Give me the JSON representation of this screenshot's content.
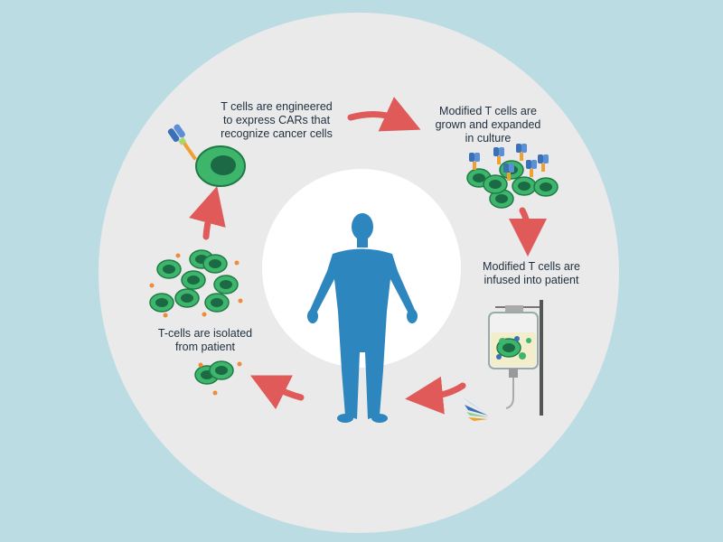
{
  "steps": [
    {
      "id": "engineer",
      "lines": [
        "T cells are engineered",
        "to express CARs that",
        "recognize cancer cells"
      ]
    },
    {
      "id": "expand",
      "lines": [
        "Modified T cells are",
        "grown and expanded",
        "in culture"
      ]
    },
    {
      "id": "infuse",
      "lines": [
        "Modified T cells are",
        "infused into patient"
      ]
    },
    {
      "id": "isolate",
      "lines": [
        "T-cells are isolated",
        "from patient"
      ]
    }
  ],
  "colors": {
    "background": "#bcdce3",
    "circle": "#eaeaea",
    "center": "#ffffff",
    "arrow": "#e05a5a",
    "cell": "#3db56a",
    "cell_nucleus": "#1b6a45",
    "human": "#2e86bf",
    "receptor_blue": "#3b6fb6",
    "receptor_orange": "#f0a030",
    "dot_orange": "#f08a3a"
  }
}
